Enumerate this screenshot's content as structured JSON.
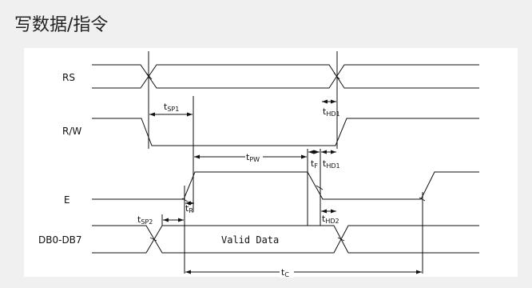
{
  "title": "写数据/指令",
  "signals": {
    "rs": "RS",
    "rw": "R/W",
    "e": "E",
    "db": "DB0-DB7"
  },
  "data_label": "Valid Data",
  "timings": {
    "tsp1": {
      "t": "t",
      "sub": "SP1"
    },
    "thd1_rs": {
      "t": "t",
      "sub": "HD1"
    },
    "tpw": {
      "t": "t",
      "sub": "PW"
    },
    "tf": {
      "t": "t",
      "sub": "F"
    },
    "thd1_rw": {
      "t": "t",
      "sub": "HD1"
    },
    "tr": {
      "t": "t",
      "sub": "R"
    },
    "tsp2": {
      "t": "t",
      "sub": "SP2"
    },
    "thd2": {
      "t": "t",
      "sub": "HD2"
    },
    "tc": {
      "t": "t",
      "sub": "C"
    }
  }
}
